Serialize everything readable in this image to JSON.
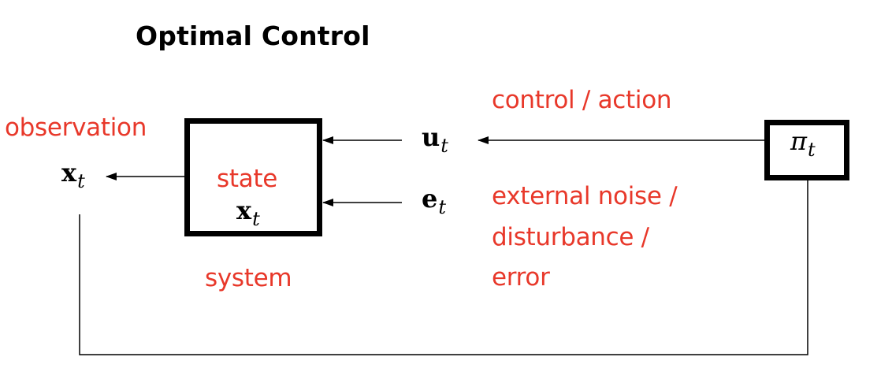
{
  "title": "Optimal Control",
  "labels": {
    "observation": "observation",
    "state": "state",
    "system": "system",
    "control_action": "control / action",
    "noise_line1": "external noise /",
    "noise_line2": "disturbance /",
    "noise_line3": "error"
  },
  "symbols": {
    "observation_var": "x",
    "observation_sub": "t",
    "state_var": "x",
    "state_sub": "t",
    "control_var": "u",
    "control_sub": "t",
    "noise_var": "e",
    "noise_sub": "t",
    "policy_var": "π",
    "policy_sub": "t"
  },
  "colors": {
    "label_red": "#e8382a",
    "line_black": "#000000"
  }
}
